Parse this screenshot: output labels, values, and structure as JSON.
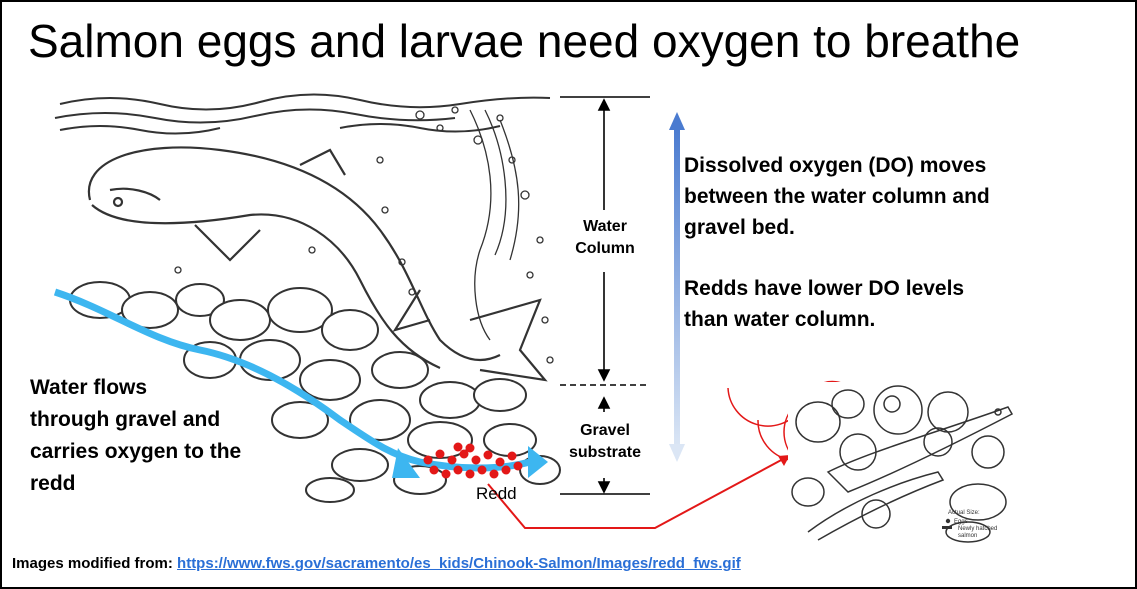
{
  "title": "Salmon eggs and larvae need oxygen to breathe",
  "labels": {
    "water_column_line1": "Water",
    "water_column_line2": "Column",
    "gravel_line1": "Gravel",
    "gravel_line2": "substrate",
    "redd": "Redd"
  },
  "do_text": {
    "p1_line1": "Dissolved oxygen (DO) moves",
    "p1_line2": "between the water column and",
    "p1_line3": "gravel bed.",
    "p2_line1": "Redds have lower DO levels",
    "p2_line2": "than water column."
  },
  "flow_text": {
    "line1": "Water flows",
    "line2": "through gravel and",
    "line3": "carries oxygen to the",
    "line4": "redd"
  },
  "source": {
    "prefix": "Images modified from: ",
    "link": "https://www.fws.gov/sacramento/es_kids/Chinook-Salmon/Images/redd_fws.gif"
  },
  "inset": {
    "actual_size": "Actual Size:",
    "eggs": "Eggs",
    "newly_hatched_1": "Newly hatched",
    "newly_hatched_2": "salmon"
  },
  "colors": {
    "flow_arrow": "#3db6f0",
    "do_arrow_top": "#4a7bd0",
    "do_arrow_bottom": "#dbe6f5",
    "redd_eggs": "#e31818",
    "pointer_line": "#e31818",
    "link": "#2a6fd6"
  }
}
